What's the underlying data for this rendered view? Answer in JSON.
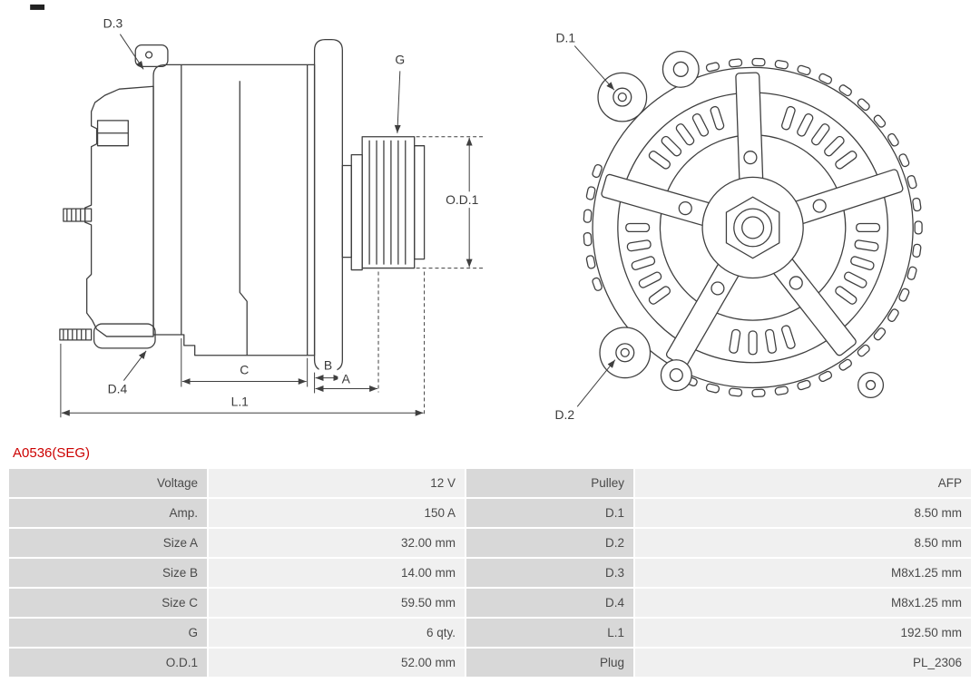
{
  "part_number": "A0536(SEG)",
  "diagram": {
    "side_view_labels": {
      "d3": "D.3",
      "g": "G",
      "od1": "O.D.1",
      "d4": "D.4",
      "c": "C",
      "b": "B",
      "a": "A",
      "l1": "L.1"
    },
    "rear_view_labels": {
      "d1": "D.1",
      "d2": "D.2"
    }
  },
  "table": {
    "rows": [
      {
        "label_left": "Voltage",
        "value_left": "12 V",
        "label_right": "Pulley",
        "value_right": "AFP"
      },
      {
        "label_left": "Amp.",
        "value_left": "150 A",
        "label_right": "D.1",
        "value_right": "8.50 mm"
      },
      {
        "label_left": "Size A",
        "value_left": "32.00 mm",
        "label_right": "D.2",
        "value_right": "8.50 mm"
      },
      {
        "label_left": "Size B",
        "value_left": "14.00 mm",
        "label_right": "D.3",
        "value_right": "M8x1.25 mm"
      },
      {
        "label_left": "Size C",
        "value_left": "59.50 mm",
        "label_right": "D.4",
        "value_right": "M8x1.25 mm"
      },
      {
        "label_left": "G",
        "value_left": "6 qty.",
        "label_right": "L.1",
        "value_right": "192.50 mm"
      },
      {
        "label_left": "O.D.1",
        "value_left": "52.00 mm",
        "label_right": "Plug",
        "value_right": "PL_2306"
      }
    ]
  },
  "colors": {
    "accent_red": "#cc0000",
    "label_cell_bg": "#d8d8d8",
    "value_cell_bg": "#f0f0f0",
    "line_color": "#3f3f3f"
  }
}
